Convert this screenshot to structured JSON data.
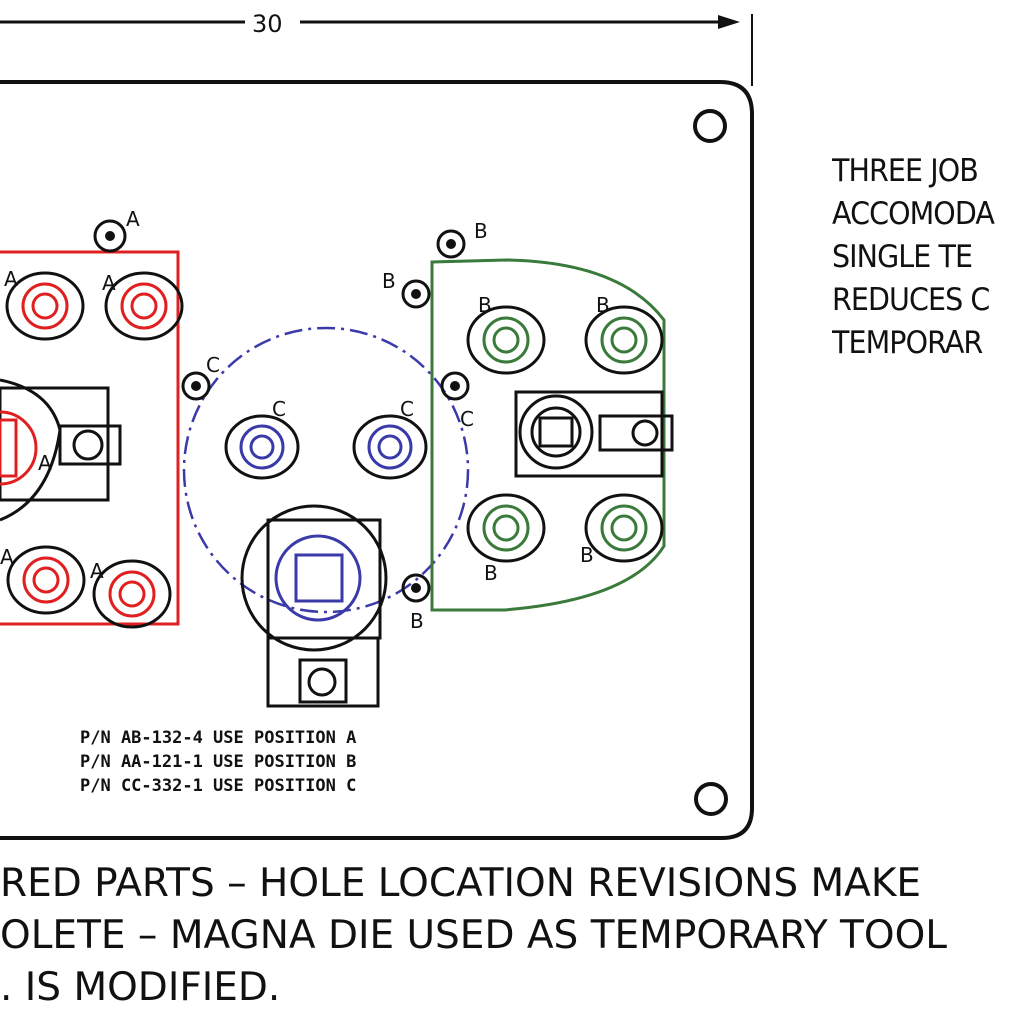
{
  "dimension": {
    "value": "30"
  },
  "labels": {
    "a": "A",
    "b": "B",
    "c": "C"
  },
  "part_numbers": [
    "P/N AB-132-4 USE POSITION A",
    "P/N AA-121-1 USE POSITION B",
    "P/N CC-332-1 USE POSITION C"
  ],
  "side_note": [
    "THREE JOB",
    "ACCOMODA",
    "SINGLE TE",
    "REDUCES C",
    "TEMPORAR"
  ],
  "caption": [
    "RED PARTS – HOLE LOCATION REVISIONS MAKE",
    "OLETE – MAGNA DIE USED AS TEMPORARY TOOL",
    ". IS MODIFIED."
  ],
  "colors": {
    "line": "#111111",
    "position_a": "#e02020",
    "position_b": "#3a7a3a",
    "position_c": "#3a3aa8"
  }
}
